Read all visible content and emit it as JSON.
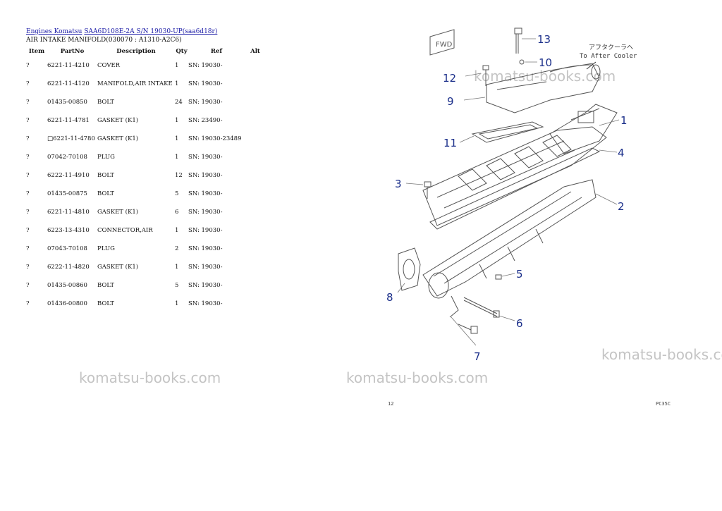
{
  "breadcrumb": {
    "link1": "Engines Komatsu",
    "link2": "SAA6D108E-2A S/N 19030-UP(saa6d18r)"
  },
  "subtitle": "AIR INTAKE MANIFOLD(030070 : A1310-A2C6)",
  "table": {
    "headers": {
      "item": "Item",
      "partno": "PartNo",
      "description": "Description",
      "qty": "Qty",
      "ref": "Ref",
      "alt": "Alt"
    },
    "rows": [
      {
        "item": "?",
        "partno": "6221-11-4210",
        "description": "COVER",
        "qty": "1",
        "ref": "SN: 19030-"
      },
      {
        "item": "?",
        "partno": "6221-11-4120",
        "description": "MANIFOLD,AIR INTAKE",
        "qty": "1",
        "ref": "SN: 19030-"
      },
      {
        "item": "?",
        "partno": "01435-00850",
        "description": "BOLT",
        "qty": "24",
        "ref": "SN: 19030-"
      },
      {
        "item": "?",
        "partno": "6221-11-4781",
        "description": "GASKET (K1)",
        "qty": "1",
        "ref": "SN: 23490-"
      },
      {
        "item": "?",
        "partno": "□6221-11-4780",
        "description": "GASKET (K1)",
        "qty": "1",
        "ref": "SN: 19030-23489"
      },
      {
        "item": "?",
        "partno": "07042-70108",
        "description": "PLUG",
        "qty": "1",
        "ref": "SN: 19030-"
      },
      {
        "item": "?",
        "partno": "6222-11-4910",
        "description": "BOLT",
        "qty": "12",
        "ref": "SN: 19030-"
      },
      {
        "item": "?",
        "partno": "01435-00875",
        "description": "BOLT",
        "qty": "5",
        "ref": "SN: 19030-"
      },
      {
        "item": "?",
        "partno": "6221-11-4810",
        "description": "GASKET (K1)",
        "qty": "6",
        "ref": "SN: 19030-"
      },
      {
        "item": "?",
        "partno": "6223-13-4310",
        "description": "CONNECTOR,AIR",
        "qty": "1",
        "ref": "SN: 19030-"
      },
      {
        "item": "?",
        "partno": "07043-70108",
        "description": "PLUG",
        "qty": "2",
        "ref": "SN: 19030-"
      },
      {
        "item": "?",
        "partno": "6222-11-4820",
        "description": "GASKET (K1)",
        "qty": "1",
        "ref": "SN: 19030-"
      },
      {
        "item": "?",
        "partno": "01435-00860",
        "description": "BOLT",
        "qty": "5",
        "ref": "SN: 19030-"
      },
      {
        "item": "?",
        "partno": "01436-00800",
        "description": "BOLT",
        "qty": "1",
        "ref": "SN: 19030-"
      }
    ]
  },
  "watermark": "komatsu-books.com",
  "diagram": {
    "fwd_label": "FWD",
    "note_jp": "アフタクーラヘ",
    "note_en": "To After Cooler",
    "callouts": [
      "1",
      "2",
      "3",
      "4",
      "5",
      "6",
      "7",
      "8",
      "9",
      "10",
      "11",
      "12",
      "13"
    ],
    "footer_left": "12",
    "footer_right": "PC35C"
  }
}
